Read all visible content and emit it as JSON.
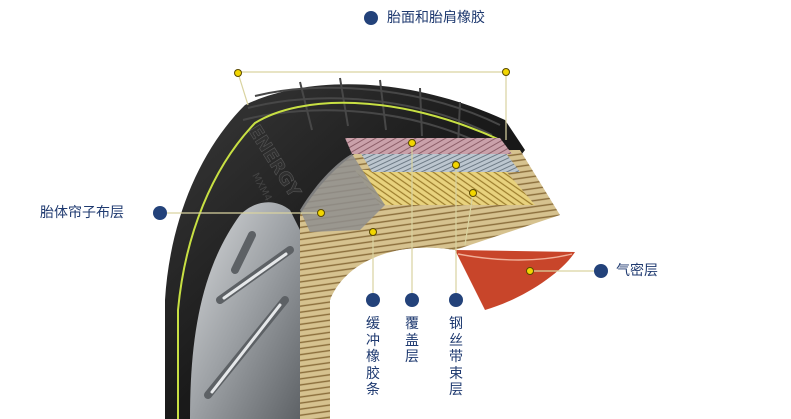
{
  "labels": {
    "tread_shoulder": "胎面和胎肩橡胶",
    "ply": "胎体帘子布层",
    "innerliner": "气密层",
    "cushion": "缓冲橡胶条",
    "cap": "覆盖层",
    "steel_belt": "钢丝带束层"
  },
  "sidewall_text": {
    "brand": "ENERGY",
    "sub": "MXM4"
  },
  "colors": {
    "label_text": "#1f3a70",
    "bullet": "#23427a",
    "callout_point": "#f2d600",
    "innerliner": "#c8452a",
    "ply": "#cdb98a",
    "belt": "#e4cf7a",
    "cap": "#b7c2cc",
    "tread_pink": "#c7a1a8",
    "rubber": "#232323",
    "rim": "#a9acb0"
  }
}
